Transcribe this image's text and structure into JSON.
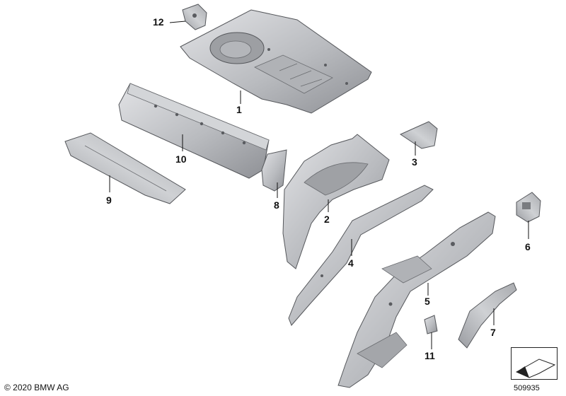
{
  "diagram": {
    "callouts": [
      {
        "id": "1",
        "label": "1"
      },
      {
        "id": "2",
        "label": "2"
      },
      {
        "id": "3",
        "label": "3"
      },
      {
        "id": "4",
        "label": "4"
      },
      {
        "id": "5",
        "label": "5"
      },
      {
        "id": "6",
        "label": "6"
      },
      {
        "id": "7",
        "label": "7"
      },
      {
        "id": "8",
        "label": "8"
      },
      {
        "id": "9",
        "label": "9"
      },
      {
        "id": "10",
        "label": "10"
      },
      {
        "id": "11",
        "label": "11"
      },
      {
        "id": "12",
        "label": "12"
      }
    ],
    "copyright": "© 2020 BMW AG",
    "reference_number": "509935",
    "part_fill": "#c4c6ca",
    "part_stroke": "#55575b",
    "hole_fill": "#5a5c60"
  }
}
